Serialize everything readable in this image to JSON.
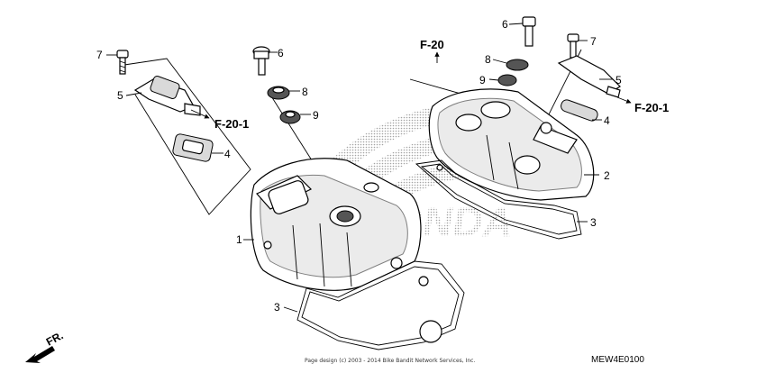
{
  "diagram": {
    "callouts": {
      "c1": "1",
      "c2": "2",
      "c3a": "3",
      "c3b": "3",
      "c4a": "4",
      "c4b": "4",
      "c5a": "5",
      "c5b": "5",
      "c6a": "6",
      "c6b": "6",
      "c7a": "7",
      "c7b": "7",
      "c8a": "8",
      "c8b": "8",
      "c9a": "9",
      "c9b": "9"
    },
    "refs": {
      "ref_left": "F-20-1",
      "ref_top": "F-20",
      "ref_right": "F-20-1"
    },
    "direction_label": "FR.",
    "footer_copyright": "Page design (c) 2003 - 2014 Bike Bandit Network Services, Inc.",
    "diagram_code": "MEW4E0100",
    "watermark": "HONDA"
  }
}
